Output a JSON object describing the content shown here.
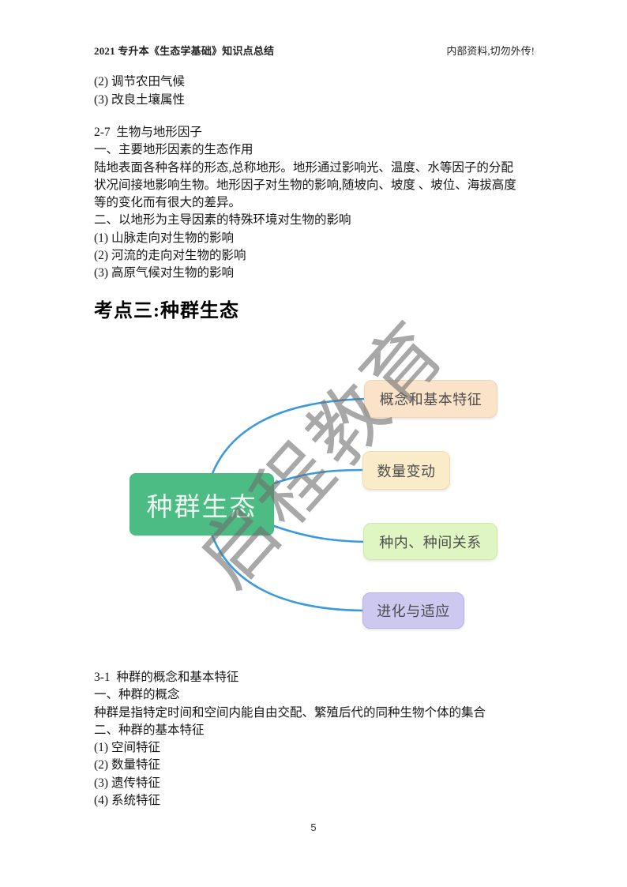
{
  "header": {
    "left_title": "2021 专升本《生态学基础》知识点总结",
    "right_notice": "内部资料,切勿外传!"
  },
  "section2": {
    "benefit_items": [
      "(2) 调节农田气候",
      "(3) 改良土壤属性"
    ],
    "heading": "2-7  生物与地形因子",
    "sub1": "一、主要地形因素的生态作用",
    "paragraph": [
      "陆地表面各种各样的形态,总称地形。地形通过影响光、温度、水等因子的分配",
      "状况间接地影响生物。地形因子对生物的影响,随坡向、坡度 、坡位、海拔高度",
      "等的变化而有很大的差异。"
    ],
    "sub2": "二、以地形为主导因素的特殊环境对生物的影响",
    "items": [
      "(1) 山脉走向对生物的影响",
      "(2) 河流的走向对生物的影响",
      "(3) 高原气候对生物的影响"
    ]
  },
  "section3": {
    "heading": "考点三:种群生态"
  },
  "mindmap": {
    "root_label": "种群生态",
    "root_bg": "#4cbb84",
    "line_color": "#3b9ade",
    "children": [
      {
        "label": "概念和基本特征",
        "bg": "#fbe3c9"
      },
      {
        "label": "数量变动",
        "bg": "#faecc8"
      },
      {
        "label": "种内、种间关系",
        "bg": "#dff6c3"
      },
      {
        "label": "进化与适应",
        "bg": "#ccc8f0"
      }
    ],
    "watermark_text": "启程教育",
    "watermark_color": "#6f6f6f"
  },
  "section31": {
    "heading": "3-1  种群的概念和基本特征",
    "sub1": "一、种群的概念",
    "definition": "种群是指特定时间和空间内能自由交配、繁殖后代的同种生物个体的集合",
    "sub2": "二、种群的基本特征",
    "items": [
      "(1) 空间特征",
      "(2) 数量特征",
      "(3) 遗传特征",
      "(4) 系统特征"
    ]
  },
  "footer": {
    "page_number": "5"
  }
}
